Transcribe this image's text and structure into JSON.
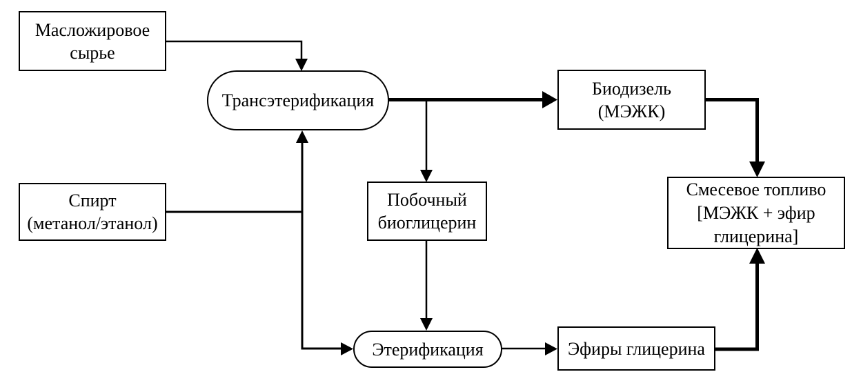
{
  "diagram": {
    "type": "flowchart",
    "colors": {
      "stroke": "#000000",
      "text": "#000000",
      "node_fill": "#ffffff",
      "background": "#ffffff"
    },
    "nodes": {
      "feedstock": {
        "label": "Масложировое\nсырье",
        "shape": "rect"
      },
      "transesterification": {
        "label": "Трансэтерификация",
        "shape": "stadium"
      },
      "biodiesel": {
        "label": "Биодизель\n(МЭЖК)",
        "shape": "rect"
      },
      "alcohol": {
        "label": "Спирт\n(метанол/этанол)",
        "shape": "rect"
      },
      "bioglycerin": {
        "label": "Побочный\nбиоглицерин",
        "shape": "rect"
      },
      "esterification": {
        "label": "Этерификация",
        "shape": "stadium"
      },
      "glycerin_esters": {
        "label": "Эфиры глицерина",
        "shape": "rect"
      },
      "blended_fuel": {
        "label": "Смесевое топливо\n[МЭЖК + эфир\nглицерина]",
        "shape": "rect"
      }
    },
    "edges": [
      {
        "from": "feedstock",
        "to": "transesterification",
        "weight": "thin"
      },
      {
        "from": "alcohol",
        "to": "transesterification",
        "weight": "medium"
      },
      {
        "from": "alcohol",
        "to": "esterification",
        "weight": "medium"
      },
      {
        "from": "transesterification",
        "to": "biodiesel",
        "weight": "thick"
      },
      {
        "from": "transesterification",
        "to": "bioglycerin",
        "weight": "thin"
      },
      {
        "from": "bioglycerin",
        "to": "esterification",
        "weight": "thin"
      },
      {
        "from": "esterification",
        "to": "glycerin_esters",
        "weight": "thin"
      },
      {
        "from": "biodiesel",
        "to": "blended_fuel",
        "weight": "thick"
      },
      {
        "from": "glycerin_esters",
        "to": "blended_fuel",
        "weight": "thick"
      }
    ]
  }
}
